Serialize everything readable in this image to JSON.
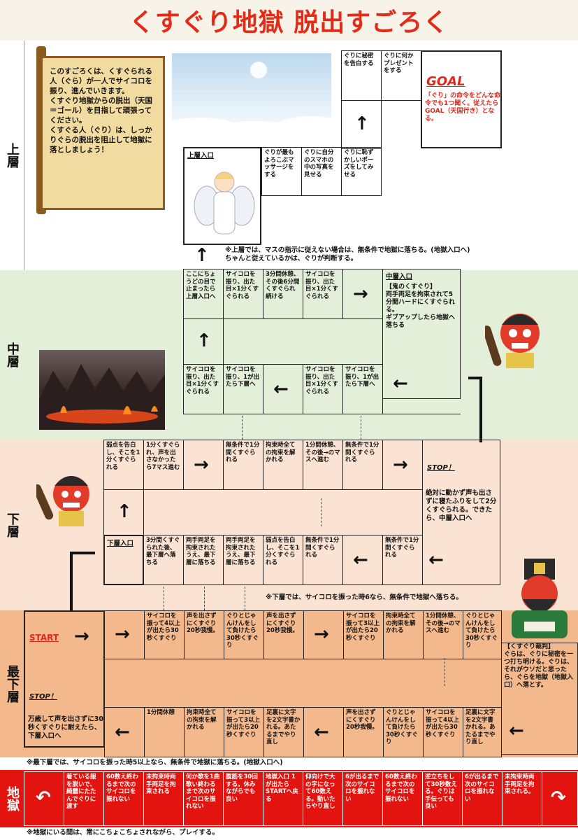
{
  "title": "くすぐり地獄 脱出すごろく",
  "rules": "このすごろくは、くすぐられる人（ぐら）が一人でサイコロを振り、進んでいきます。\nくすぐり地獄からの脱出（天国＝ゴール）を目指して頑張ってください。\nくすぐる人（ぐり）は、しっかりぐらの脱出を阻止して地獄に落としましょう！",
  "zones": {
    "upper": "上層",
    "middle": "中層",
    "lower": "下層",
    "bottom": "最下層",
    "hell": "地獄"
  },
  "upper": {
    "entrance": "上層入口",
    "goal_title": "GOAL",
    "goal_text": "「ぐり」の命令をどんな命令でも1つ聞く。従えたらGOAL（天国行き）となる。",
    "cells": [
      "ぐりに秘密を告白する",
      "ぐりに何かプレゼントをする",
      "ぐりが最もよろこぶマッサージをする",
      "ぐりに自分のスマホの中の写真を見せる",
      "ぐりに恥ずかしいポーズをしてみせる"
    ],
    "note": "※上層では、マスの指示に従えない場合は、無条件で地獄に落ちる。(地獄入口へ)\nちゃんと従えているかは、ぐりが判断する。"
  },
  "middle": {
    "entrance": "中層入口",
    "top_cells": [
      "ここにちょうどの目で止まったら上層入口へ",
      "サイコロを振り、出た目×1分くすぐられる",
      "3分間休憩、その後6分間くすぐられ続ける",
      "サイコロを振り、出た目×1分くすぐられる"
    ],
    "boss": "【鬼のくすぐり】\n両手両足を拘束されて5分間ハードにくすぐられる。\nギブアップしたら地獄へ落ちる",
    "bottom_cells": [
      "サイコロを振り、出た目×1分くすぐられる",
      "サイコロを振り、1が出たら下層へ",
      "サイコロを振り、出た目×1分くすぐられる",
      "サイコロを振り、1が出たら下層へ"
    ]
  },
  "lower": {
    "entrance": "下層入口",
    "stop": "STOP！",
    "stop_text": "絶対に動かず声も出さずに寝たふりをして2分くすぐられる。できたら、中層入口へ",
    "top_cells": [
      "弱点を告白し、そこを1分くすぐられる",
      "1分くすぐられ、声を出さなかったら7マス進む",
      "無条件で1分間くすぐられる",
      "拘束時全ての拘束を解かれる",
      "1分間休憩、その後→のマスへ進む",
      "無条件で1分間くすぐられる"
    ],
    "bottom_cells": [
      "3分間くすぐられた後、最下層へ落ちる",
      "両手両足を拘束されたうえ、最下層に落ちる",
      "両手両足を拘束されたうえ、最下層に落ちる",
      "弱点を告白し、そこを1分くすぐられる",
      "無条件で1分間くすぐられる",
      "無条件で1分間くすぐられる"
    ],
    "note": "※下層では、サイコロを振った時6なら、無条件で地獄へ落ちる。"
  },
  "bottom": {
    "start": "START",
    "stop": "STOP！",
    "stop_text": "万歳して声を出さずに30秒くすぐりに耐えたら、下層入口へ",
    "top_cells": [
      "サイコロを振って4以上が出たら30秒くすぐり",
      "声を出さずにくすぐり20秒我慢。",
      "ぐりとじゃんけんをして負けたら30秒くすぐり",
      "声を出さずにくすぐり20秒我慢。",
      "サイコロを振って3以上が出たら20秒くすぐり",
      "拘束時全ての拘束を解かれる",
      "1分間休憩、その後→のマスへ進む",
      "ぐりとじゃんけんをして負けたら30秒くすぐり"
    ],
    "judge": "【くすぐり裁判】\nぐらは、ぐりに秘密を一つ打ち明ける。ぐりは、それがウソだと思ったら、ぐらを地獄（地獄入口）へ落とす。",
    "bottom_cells": [
      "1分間休憩",
      "拘束時全ての拘束を解かれる",
      "サイコロを振って3以上が出たら20秒くすぐり",
      "足裏に文字を2文字書かれる。あたるまでやり直し",
      "声を出さずにくすぐり20秒我慢。",
      "ぐりとじゃんけんをして負けたら30秒くすぐり",
      "サイコロを振って4以上が出たら30秒くすぐり",
      "足裏に文字を2文字書かれる。あたるまでやり直し"
    ],
    "note": "※最下層では、サイコロを振った時5以上なら、無条件で地獄に落ちる。(地獄入口へ)"
  },
  "hell": {
    "cells": [
      "着ている服を脱いで、綺麗にたたんでぐりに渡す",
      "60数え終わるまで次のサイコロを振れない",
      "未拘束時両手両足を拘束される",
      "何か歌を1曲歌い終わるまで次のサイコロを振れない",
      "腹筋を30回する。休みながらでも良い",
      "地獄入口 1が出たらSTARTへ戻る",
      "仰向けで大の字になって60数える。動いたらやり直し",
      "6が出るまで次のサイコロを振れない",
      "60数え終わるまで次のサイコロを振れない",
      "逆立ちをして30秒数える。ぐりは手伝っても良い",
      "6が出るまで次のサイコロを振れない",
      "未拘束時両手両足を拘束される。"
    ],
    "note": "※地獄にいる間は、常にこちょこちょされながら、プレイする。"
  },
  "colors": {
    "accent": "#e32b1a",
    "middle_bg": "#e3efd9",
    "lower_bg": "#fae3d3",
    "bottom_bg": "#f3b98d",
    "hell_bg": "#e3140f"
  }
}
